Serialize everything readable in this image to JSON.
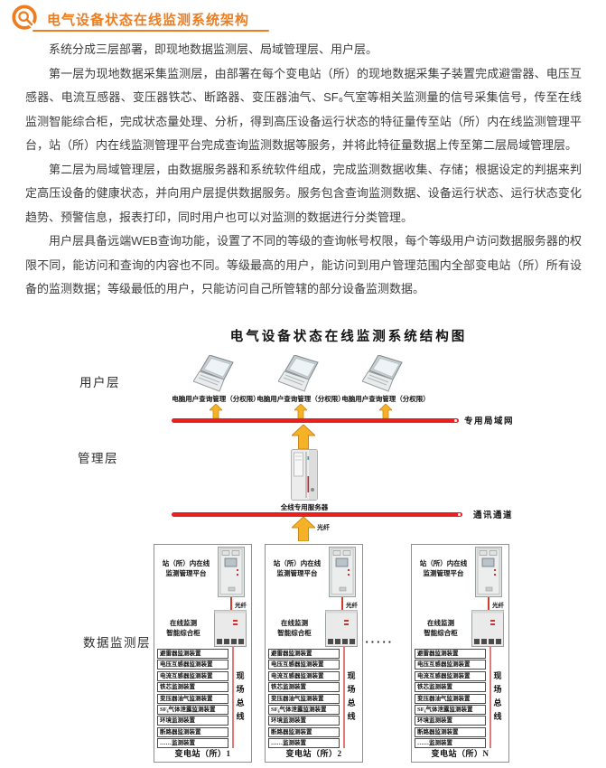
{
  "header": {
    "icon": "magnifier-badge-icon",
    "title": "电气设备状态在线监测系统架构",
    "accent_color": "#ED7D1F"
  },
  "paragraphs": [
    "系统分成三层部署，即现地数据监测层、局域管理层、用户层。",
    "第一层为现地数据采集监测层，由部署在每个变电站（所）的现地数据采集子装置完成避雷器、电压互感器、电流互感器、变压器铁芯、断路器、变压器油气、SF₆气室等相关监测量的信号采集信号，传至在线监测智能综合柜，完成状态量处理、分析，得到高压设备运行状态的特征量传至站（所）内在线监测管理平台，站（所）内在线监测管理平台完成查询监测数据等服务，并将此特征量数据上传至第二层局域管理层。",
    "第二层为局域管理层，由数据服务器和系统软件组成，完成监测数据收集、存储；根据设定的判据来判定高压设备的健康状态，并向用户层提供数据服务。服务包含查询监测数据、设备运行状态、运行状态变化趋势、预警信息，报表打印，同时用户也可以对监测的数据进行分类管理。",
    "用户层具备远端WEB查询功能，设置了不同的等级的查询帐号权限，每个等级用户访问数据服务器的权限不同，能访问和查询的内容也不同。等级最高的用户，能访问到用户管理范围内全部变电站（所）所有设备的监测数据；等级最低的用户，只能访问自己所管辖的部分设备监测数据。"
  ],
  "diagram": {
    "title": "电气设备状态在线监测系统结构图",
    "layers": {
      "user": "用户层",
      "management": "管理层",
      "data": "数据监测层"
    },
    "laptop_label": "电脑用户查询管理（分权限）",
    "lan_label": "专用局域网",
    "channel_label": "通讯通道",
    "server_label": "全线专用服务器",
    "fiber_label": "光纤",
    "dots": "······",
    "substation": {
      "platform_line1": "站（所）内在线",
      "platform_line2": "监测管理平台",
      "cabinet_line1": "在线监测",
      "cabinet_line2": "智能综合柜",
      "fieldbus": [
        "现",
        "场",
        "总",
        "线"
      ],
      "devices": [
        "避雷器监测装置",
        "电压互感器监测装置",
        "电流互感器监测装置",
        "铁芯监测装置",
        "变压器油气监测装置",
        "SF₆气体泄露监测装置",
        "环境监测装置",
        "断路器监测装置",
        "……监测装置"
      ],
      "names": [
        "变电站（所）1",
        "变电站（所）2",
        "变电站（所）N"
      ]
    },
    "colors": {
      "line_red": "#E8201F",
      "arrow_yellow": "#F5B226",
      "bus_pink": "#E07A7A"
    }
  }
}
